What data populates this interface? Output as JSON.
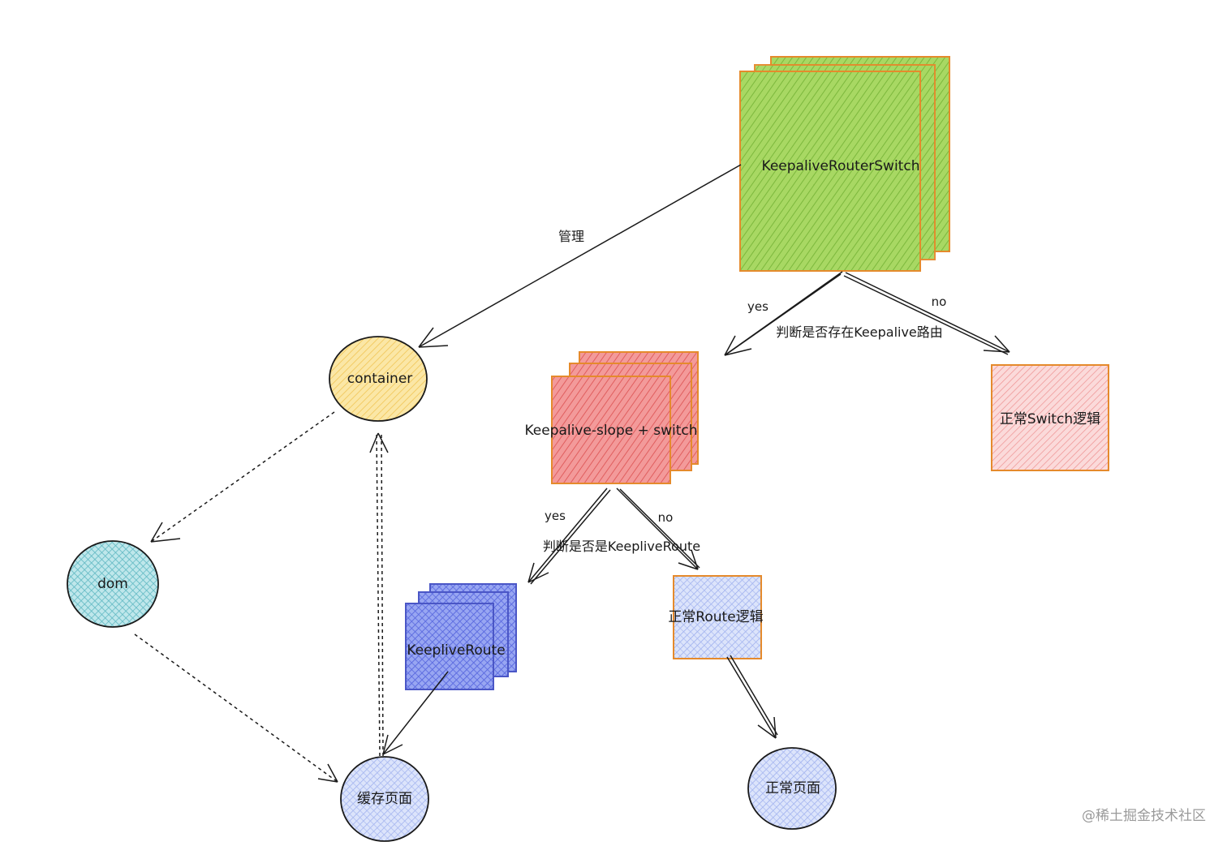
{
  "nodes": {
    "keepalive_router_switch": "KeepaliveRouterSwitch",
    "container": "container",
    "keepalive_slope_switch": "Keepalive-slope + switch",
    "normal_switch_logic": "正常Switch逻辑",
    "dom": "dom",
    "keeplive_route": "KeepliveRoute",
    "normal_route_logic": "正常Route逻辑",
    "cached_page": "缓存页面",
    "normal_page": "正常页面"
  },
  "edges": {
    "manage": "管理",
    "yes_1": "yes",
    "no_1": "no",
    "decision_1": "判断是否存在Keepalive路由",
    "yes_2": "yes",
    "no_2": "no",
    "decision_2": "判断是否是KeepliveRoute"
  },
  "watermark": "@稀土掘金技术社区",
  "colors": {
    "green_fill": "#9ad04f",
    "orange_stroke": "#e58a2c",
    "red_fill": "#f07f7f",
    "pink_fill": "#f4a3a3",
    "yellow_fill": "#f7d778",
    "yellow_stroke": "#1a1a1a",
    "teal_fill": "#8fd3da",
    "blue_fill": "#7587ee",
    "light_blue_fill": "#b3c3f3",
    "blue_stroke": "#4a56c6",
    "ink": "#1a1a1a"
  }
}
